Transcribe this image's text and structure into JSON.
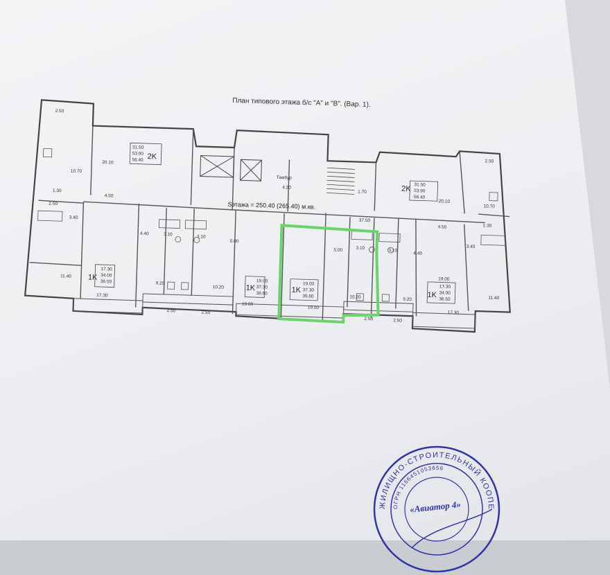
{
  "document": {
    "title": "План типового этажа б/с \"А\" и \"В\". (Вар. 1).",
    "floor_area": "Sэтажа = 250.40 (265.40) м.кв."
  },
  "plan_labels": {
    "tambur": "Тамбур",
    "apt_2k_left": {
      "type": "2K",
      "areas": [
        "31.50",
        "53.90",
        "56.40"
      ]
    },
    "apt_2k_right": {
      "type": "2K",
      "areas": [
        "31.50",
        "53.90",
        "56.40"
      ]
    },
    "apt_1k_a": {
      "type": "1K",
      "areas": [
        "17.30",
        "34.00",
        "36.50"
      ]
    },
    "apt_1k_b": {
      "type": "1K",
      "areas": [
        "19.00",
        "37.30",
        "39.80"
      ]
    },
    "apt_1k_c": {
      "type": "1K",
      "areas": [
        "19.00",
        "37.30",
        "39.80"
      ]
    },
    "apt_1k_d": {
      "type": "1K",
      "areas": [
        "17.30",
        "34.00",
        "36.50"
      ]
    },
    "dims": [
      "2.50",
      "10.70",
      "1.30",
      "2.50",
      "3.40",
      "11.40",
      "20.10",
      "4.50",
      "4.40",
      "3.10",
      "3.10",
      "5.00",
      "9.20",
      "10.20",
      "17.30",
      "2.50",
      "2.50",
      "19.00",
      "19.00",
      "4.20",
      "1.70",
      "37.50",
      "5.00",
      "3.10",
      "3.10",
      "4.40",
      "10.20",
      "9.20",
      "2.50",
      "2.50",
      "20.10",
      "10.70",
      "1.30",
      "2.50",
      "4.50",
      "3.40",
      "11.40",
      "17.30",
      "19.00"
    ]
  },
  "stamp": {
    "ring_text": "ЖИЛИЩНО-СТРОИТЕЛЬНЫЙ КООПЕРАТИВ",
    "ogrn": "ОГРН 1166451053656",
    "name": "«Авиатор 4»"
  },
  "colors": {
    "highlight": "#6ad46a",
    "stamp": "#2d35a8",
    "lines": "#444444"
  }
}
